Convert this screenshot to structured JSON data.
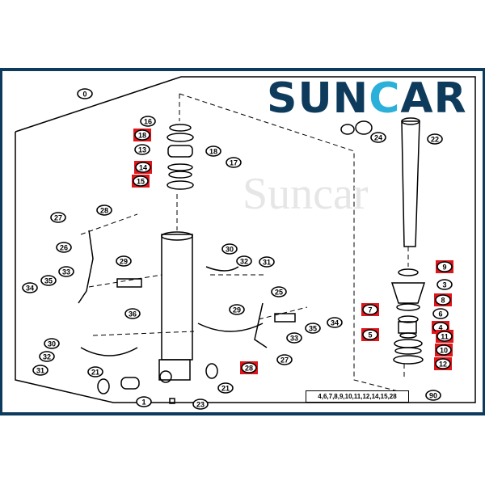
{
  "logo": {
    "text_a": "SUN",
    "text_c": "C",
    "text_b": "AR",
    "color": "#0e3b5c",
    "accent": "#2bb0d9"
  },
  "watermark": "Suncar",
  "frame_color": "#0d3b5e",
  "highlight_color": "#e0161b",
  "parts_list": "4,6,7,8,9,10,11,12,14,15,28",
  "callouts": [
    {
      "label": "0",
      "hl": false
    },
    {
      "label": "16",
      "hl": false
    },
    {
      "label": "18",
      "hl": true
    },
    {
      "label": "13",
      "hl": false
    },
    {
      "label": "18",
      "hl": false
    },
    {
      "label": "17",
      "hl": false
    },
    {
      "label": "14",
      "hl": true
    },
    {
      "label": "15",
      "hl": true
    },
    {
      "label": "27",
      "hl": false
    },
    {
      "label": "28",
      "hl": false
    },
    {
      "label": "26",
      "hl": false
    },
    {
      "label": "29",
      "hl": false
    },
    {
      "label": "33",
      "hl": false
    },
    {
      "label": "35",
      "hl": false
    },
    {
      "label": "34",
      "hl": false
    },
    {
      "label": "30",
      "hl": false
    },
    {
      "label": "32",
      "hl": false
    },
    {
      "label": "31",
      "hl": false
    },
    {
      "label": "36",
      "hl": false
    },
    {
      "label": "25",
      "hl": false
    },
    {
      "label": "29",
      "hl": false
    },
    {
      "label": "33",
      "hl": false
    },
    {
      "label": "35",
      "hl": false
    },
    {
      "label": "34",
      "hl": false
    },
    {
      "label": "30",
      "hl": false
    },
    {
      "label": "32",
      "hl": false
    },
    {
      "label": "31",
      "hl": false
    },
    {
      "label": "21",
      "hl": false
    },
    {
      "label": "1",
      "hl": false
    },
    {
      "label": "23",
      "hl": false
    },
    {
      "label": "21",
      "hl": false
    },
    {
      "label": "28",
      "hl": true
    },
    {
      "label": "27",
      "hl": false
    },
    {
      "label": "9",
      "hl": true
    },
    {
      "label": "3",
      "hl": false
    },
    {
      "label": "8",
      "hl": true
    },
    {
      "label": "7",
      "hl": true
    },
    {
      "label": "6",
      "hl": false
    },
    {
      "label": "4",
      "hl": true
    },
    {
      "label": "5",
      "hl": true
    },
    {
      "label": "11",
      "hl": true
    },
    {
      "label": "10",
      "hl": true
    },
    {
      "label": "12",
      "hl": true
    },
    {
      "label": "90",
      "hl": false
    },
    {
      "label": "24",
      "hl": false
    },
    {
      "label": "22",
      "hl": false
    }
  ]
}
